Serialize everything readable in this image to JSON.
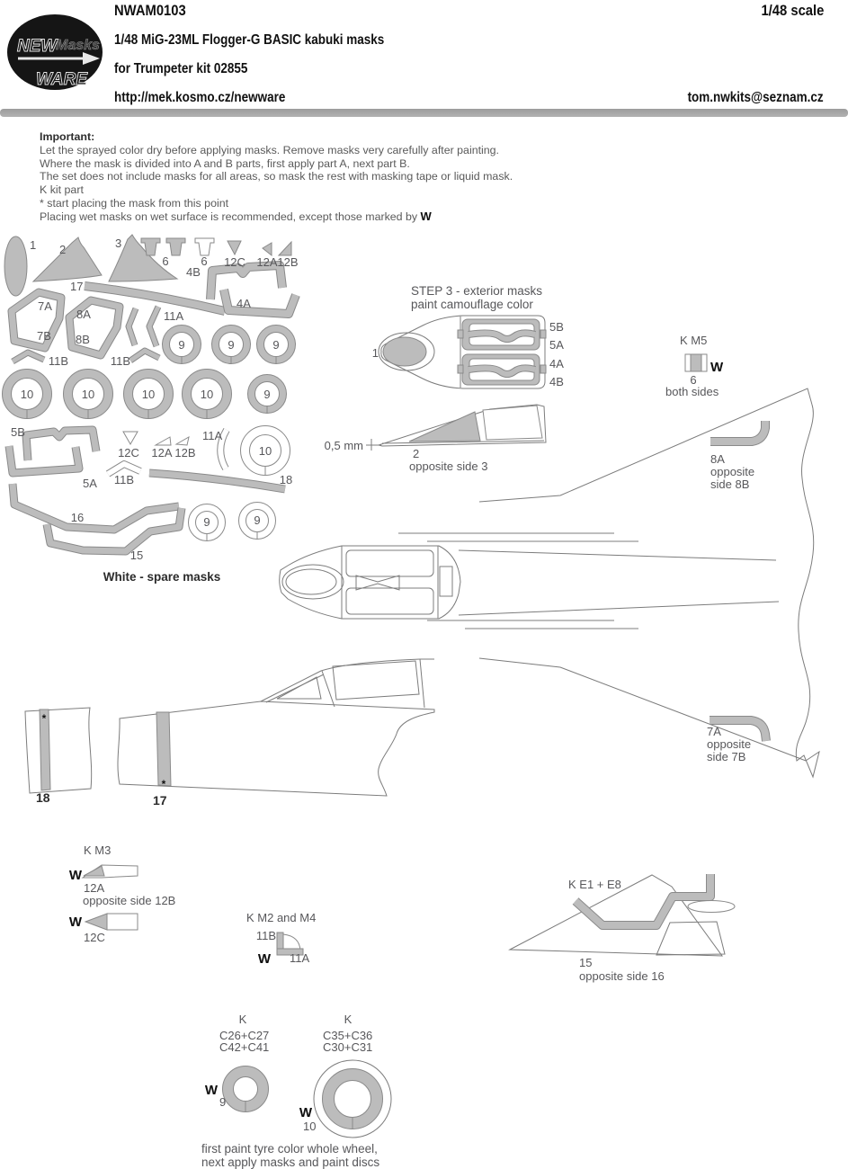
{
  "header": {
    "code": "NWAM0103",
    "scale": "1/48 scale",
    "title": "1/48 MiG-23ML Flogger-G BASIC kabuki masks",
    "subtitle": "for Trumpeter kit 02855",
    "url": "http://mek.kosmo.cz/newware",
    "email": "tom.nwkits@seznam.cz",
    "logo": {
      "line1": "NEW",
      "line2": "Masks",
      "line3": "WARE"
    }
  },
  "important": {
    "heading": "Important:",
    "lines": [
      "Let the sprayed color dry before applying masks. Remove masks very carefully after painting.",
      "Where the mask is divided into A and B parts, first apply part A, next part B.",
      "The set does not include masks for all areas, so mask the rest with masking tape or liquid mask.",
      "K kit part",
      "*  start placing the mask from this point"
    ],
    "wet_prefix": "Placing wet masks on wet surface is recommended, except those marked by ",
    "wet_marker": "W"
  },
  "parts": {
    "n1": "1",
    "n2": "2",
    "n3": "3",
    "n6": "6",
    "n4a": "4A",
    "n4b": "4B",
    "n5a": "5A",
    "n5b": "5B",
    "n7a": "7A",
    "n7b": "7B",
    "n8a": "8A",
    "n8b": "8B",
    "n9": "9",
    "n10": "10",
    "n11a": "11A",
    "n11b": "11B",
    "n12a": "12A",
    "n12b": "12B",
    "n12c": "12C",
    "n15": "15",
    "n16": "16",
    "n17": "17",
    "n18": "18",
    "asterisk": "*",
    "spare_note": "White - spare masks"
  },
  "step3": {
    "title1": "STEP 3 - exterior masks",
    "title2": "paint camouflage color",
    "mm": "0,5 mm",
    "opposite3": "opposite side 3"
  },
  "km5": {
    "title": "K M5",
    "marker": "W",
    "part": "6",
    "note": "both sides"
  },
  "wing": {
    "top_part": "8A",
    "top_line1": "opposite",
    "top_line2": "side 8B",
    "bottom_part": "7A",
    "bottom_line1": "opposite",
    "bottom_line2": "side 7B"
  },
  "km3": {
    "title": "K M3",
    "marker": "W",
    "part_a": "12A",
    "note": "opposite side 12B",
    "part_c": "12C"
  },
  "km2m4": {
    "title": "K M2 and M4",
    "part_b": "11B",
    "marker": "W",
    "part_a": "11A"
  },
  "ke1e8": {
    "title": "K E1 + E8",
    "part": "15",
    "note": "opposite side 16"
  },
  "wheels": {
    "left": {
      "k": "K",
      "row1": "C26+C27",
      "row2": "C42+C41",
      "marker": "W",
      "num": "9"
    },
    "right": {
      "k": "K",
      "row1": "C35+C36",
      "row2": "C30+C31",
      "marker": "W",
      "num": "10"
    },
    "note1": "first paint tyre color whole wheel,",
    "note2": "next apply masks and paint discs"
  },
  "colors": {
    "mask_gray": "#bcbcbc",
    "outline_gray": "#8a8a8a",
    "text_gray": "#57575a",
    "logo_black": "#151515"
  }
}
